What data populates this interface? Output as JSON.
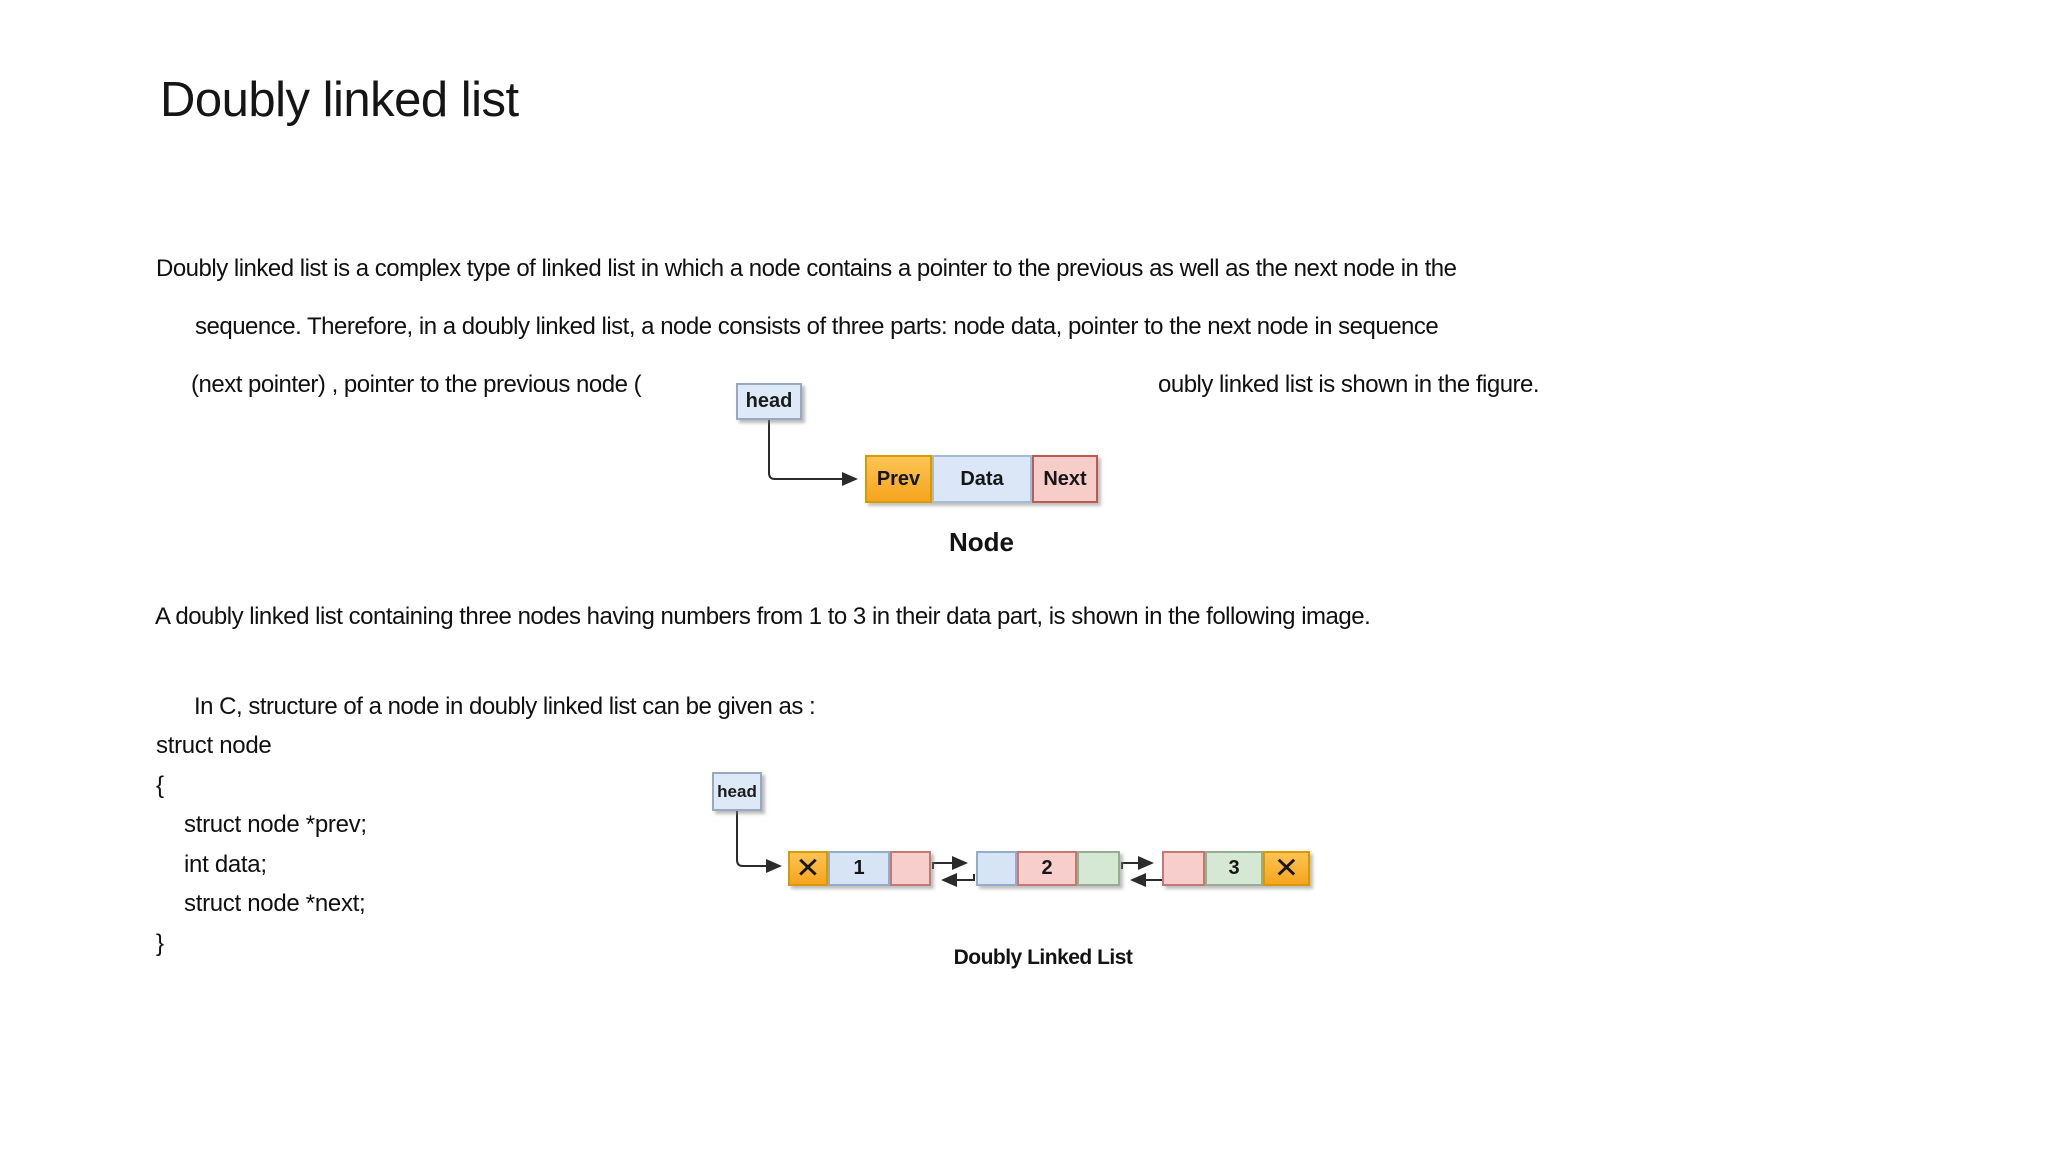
{
  "title": "Doubly linked list",
  "paragraph": {
    "line1": "Doubly linked list is a complex type of linked list in which a node contains a pointer to the previous as well as the next node in the",
    "line2": "sequence. Therefore, in a doubly linked list, a node consists of three parts: node data, pointer to the next node in sequence",
    "line3_start": "(next pointer) , pointer to the previous node (",
    "line3_end": "oubly linked list is shown in the figure."
  },
  "body_text": {
    "list_sentence": "A doubly linked list containing three nodes having numbers from 1 to 3 in their data part, is shown in the following image.",
    "code_intro": "In C, structure of a node in doubly linked list can be given as :"
  },
  "code": {
    "line1": "struct node",
    "line2": "{",
    "line3": "struct node *prev;",
    "line4": "int data;",
    "line5": "struct node *next;",
    "line6": "}"
  },
  "node_figure": {
    "head_label": "head",
    "prev_label": "Prev",
    "data_label": "Data",
    "next_label": "Next",
    "caption": "Node"
  },
  "dll_figure": {
    "head_label": "head",
    "x_symbol": "✕",
    "node1_value": "1",
    "node2_value": "2",
    "node3_value": "3",
    "caption": "Doubly Linked List"
  },
  "colors": {
    "orange_fill": "#f9b02e",
    "orange_border": "#d79b00",
    "blue_fill": "#d6e4f6",
    "blue_border": "#93accb",
    "pink_fill": "#f8cecc",
    "pink_border": "#b85450",
    "green_fill": "#d5e8d4",
    "green_border": "#95ae92",
    "head_fill": "#dde9f7",
    "head_border": "#98a8be",
    "text": "#111111"
  }
}
